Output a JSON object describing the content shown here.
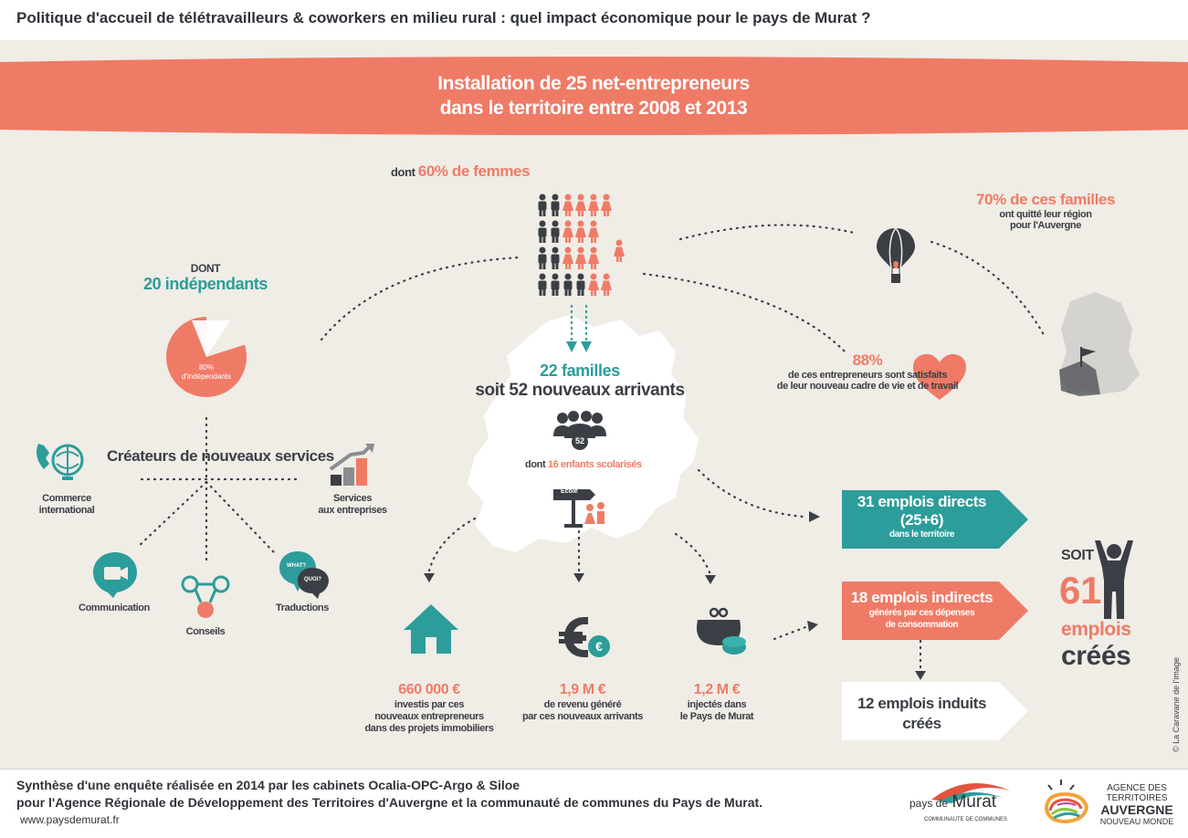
{
  "header": {
    "title": "Politique d'accueil de télétravailleurs & coworkers  en milieu rural  : quel impact économique pour le pays de Murat ?"
  },
  "banner": {
    "line1": "Installation de 25 net-entrepreneurs",
    "line2": "dans le territoire entre 2008 et 2013"
  },
  "women": {
    "prefix": "dont",
    "highlight": "60% de femmes"
  },
  "families_left": {
    "dont": "DONT",
    "count": "20 indépendants",
    "pie_line1": "80%",
    "pie_line2": "d'indépendants",
    "pie_fraction": 0.8
  },
  "families_top": {
    "highlight": "70% de ces familles",
    "line2": "ont quitté leur région",
    "line3": "pour l'Auvergne"
  },
  "families": {
    "line1": "22 familles",
    "line2": "soit 52 nouveaux arrivants",
    "badge": "52",
    "children_prefix": "dont",
    "children_highlight": "16 enfants scolarisés",
    "ecole": "Ecole"
  },
  "satisfied": {
    "pct": "88%",
    "line1": "de ces entrepreneurs sont satisfaits",
    "line2": "de leur nouveau cadre de vie et de travail"
  },
  "services": {
    "title": "Créateurs de nouveaux services",
    "commerce": [
      "Commerce",
      "international"
    ],
    "entreprises": [
      "Services",
      "aux entreprises"
    ],
    "communication": "Communication",
    "conseils": "Conseils",
    "traductions": "Traductions",
    "bubble1": "WHAT?",
    "bubble2": "QUOI?"
  },
  "money": {
    "house_value": "660 000 €",
    "house_lines": [
      "investis par ces",
      "nouveaux entrepreneurs",
      "dans des projets immobiliers"
    ],
    "income_value": "1,9 M €",
    "income_lines": [
      "de revenu généré",
      "par ces nouveaux arrivants"
    ],
    "purse_value": "1,2 M €",
    "purse_lines": [
      "injectés dans",
      "le Pays de Murat"
    ]
  },
  "jobs": {
    "direct_title": "31 emplois directs",
    "direct_sub": "(25+6)",
    "direct_note": "dans le territoire",
    "indirect_title": "18 emplois indirects",
    "indirect_l2": "générés par ces dépenses",
    "indirect_l3": "de consommation",
    "induced_l1": "12 emplois induits",
    "induced_l2": "créés"
  },
  "total": {
    "soit": "SOIT",
    "number": "61",
    "emplois": "emplois",
    "crees": "créés"
  },
  "credit": "© La Caravane de l'image",
  "footer": {
    "line1": "Synthèse d'une enquête réalisée en 2014 par les cabinets Ocalia-OPC-Argo & Siloe",
    "line2": "pour l'Agence Régionale de Développement des Territoires d'Auvergne et la communauté de communes du Pays de Murat.",
    "url": "www.paysdemurat.fr"
  },
  "logos": {
    "murat_pre": "pays de",
    "murat_name": "Murat",
    "murat_sub": "COMMUNAUTE DE COMMUNES",
    "agence_l1": "AGENCE DES",
    "agence_l2": "TERRITOIRES",
    "agence_l3": "AUVERGNE",
    "agence_l4": "NOUVEAU MONDE"
  },
  "colors": {
    "salmon": "#ef7b66",
    "teal": "#2c9d9a",
    "dark": "#3b3f45",
    "background": "#f0ece6"
  },
  "icons": [
    "person-icon",
    "woman-icon",
    "hot-air-balloon-icon",
    "heart-icon",
    "map-icon",
    "phone-globe-icon",
    "growth-chart-icon",
    "camera-bubble-icon",
    "network-icon",
    "translation-bubble-icon",
    "house-icon",
    "euro-icon",
    "purse-icon",
    "signpost-icon",
    "group-icon",
    "cheering-man-icon"
  ]
}
